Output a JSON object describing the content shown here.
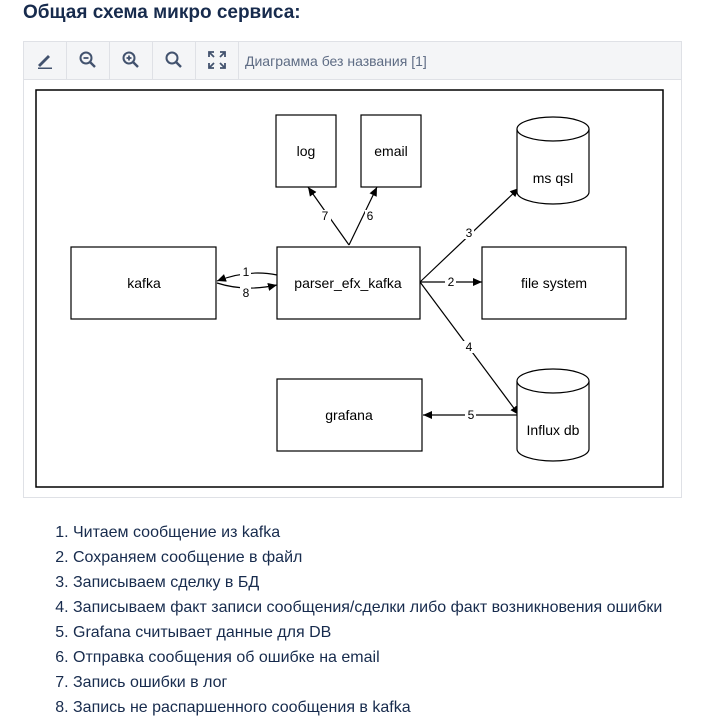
{
  "page": {
    "heading": "Общая схема микро сервиса:"
  },
  "toolbar": {
    "diagram_title": "Диаграмма без названия [1]",
    "buttons": [
      "edit-icon",
      "zoom-out-icon",
      "zoom-in-icon",
      "zoom-fit-icon",
      "fullscreen-icon"
    ]
  },
  "diagram": {
    "nodes": {
      "kafka": "kafka",
      "parser": "parser_efx_kafka",
      "log": "log",
      "email": "email",
      "mssql": "ms qsl",
      "filesystem": "file system",
      "grafana": "grafana",
      "influx": "Influx db"
    },
    "edges": {
      "e1": "1",
      "e2": "2",
      "e3": "3",
      "e4": "4",
      "e5": "5",
      "e6": "6",
      "e7": "7",
      "e8": "8"
    }
  },
  "steps": [
    "Читаем сообщение из kafka",
    "Сохраняем сообщение в файл",
    "Записываем сделку в БД",
    "Записываем факт записи сообщения/сделки либо факт возникновения ошибки",
    "Grafana считывает данные для DB",
    "Отправка сообщения об ошибке на email",
    "Запись ошибки в лог",
    "Запись не распаршенного сообщения в kafka"
  ]
}
